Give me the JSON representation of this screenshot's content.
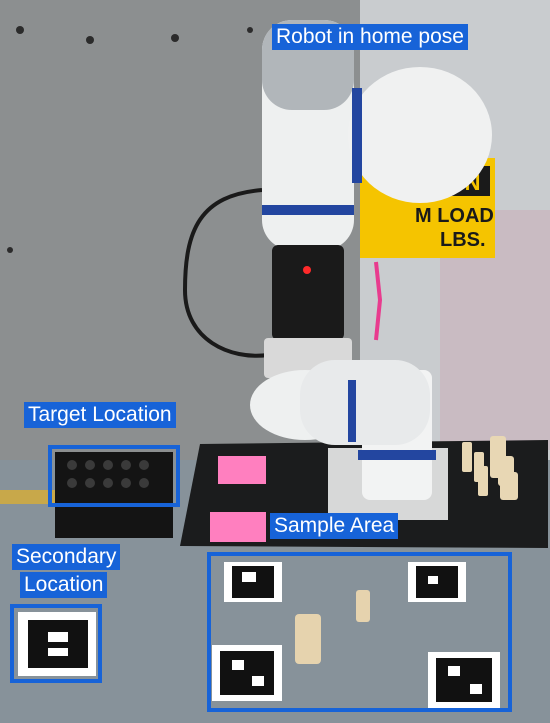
{
  "labels": {
    "robot": "Robot in home pose",
    "target": "Target Location",
    "sample": "Sample Area",
    "secondary_line1": "Secondary",
    "secondary_line2": "Location"
  },
  "sign": {
    "line1": "TION",
    "line2": "M LOAD",
    "line3": "LBS."
  },
  "colors": {
    "accent": "#1763d8",
    "label_text": "#ffffff",
    "pink_pad": "#ff7fbf",
    "sign_yellow": "#f5c400"
  }
}
